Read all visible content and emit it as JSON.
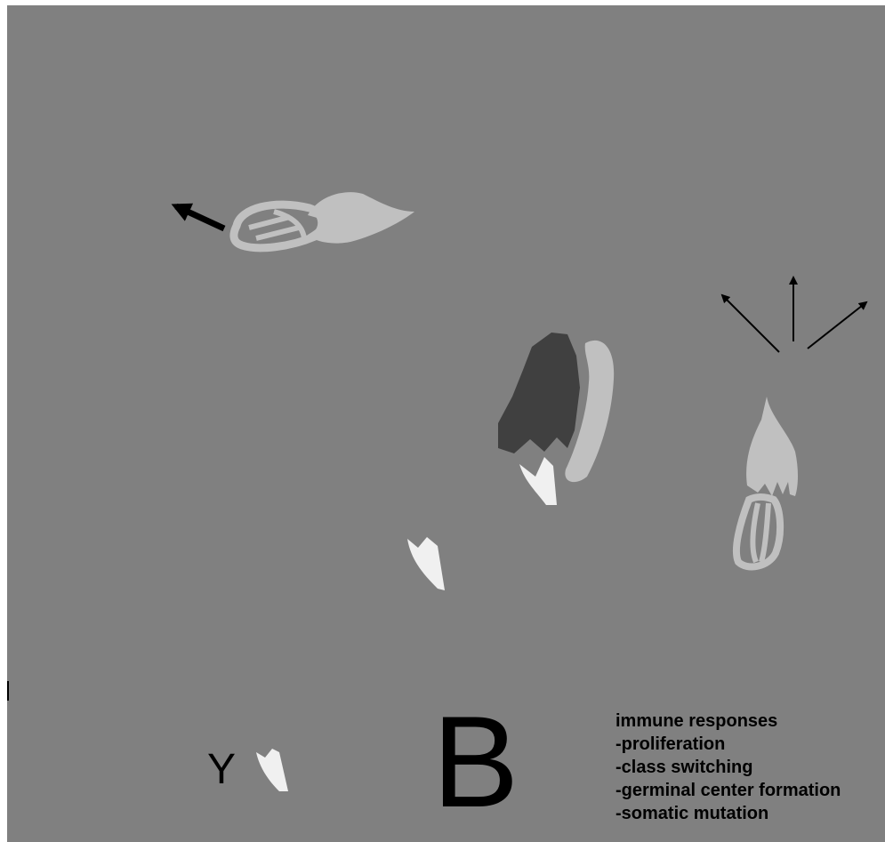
{
  "figure": {
    "panel_letter": "B",
    "glyph": "Y",
    "responses": {
      "title": "immune responses",
      "items": [
        "-proliferation",
        "-class switching",
        "-germinal center formation",
        "-somatic mutation"
      ]
    },
    "colors": {
      "background": "#808080",
      "light_shape": "#c0c0c0",
      "white_shape": "#f0f0f0",
      "dark_shape": "#404040",
      "arrow": "#000000"
    }
  }
}
